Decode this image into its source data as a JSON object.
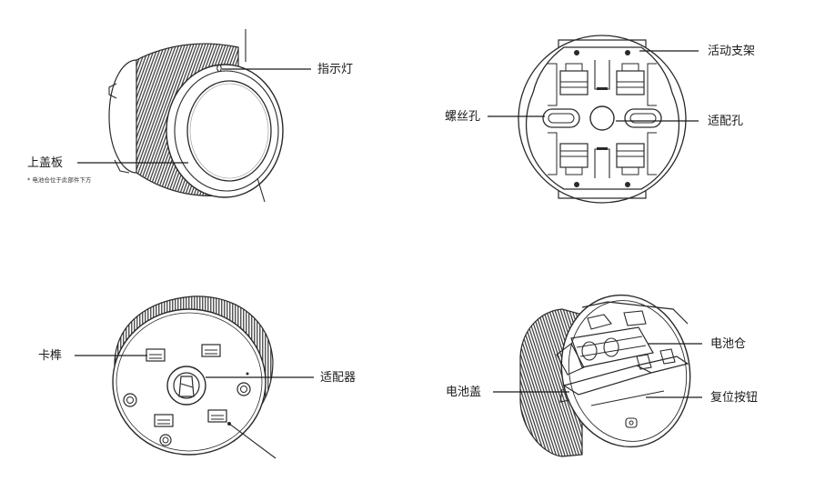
{
  "panels": {
    "front": {
      "label_indicator": "指示灯",
      "label_top_cover": "上盖板",
      "note": "* 电池仓位于此部件下方"
    },
    "bracket": {
      "label_bracket": "活动支架",
      "label_screw_hole": "螺丝孔",
      "label_adapter_hole": "适配孔"
    },
    "bottom": {
      "label_tenon": "卡榫",
      "label_adapter": "适配器"
    },
    "battery": {
      "label_battery_bay": "电池仓",
      "label_battery_cover": "电池盖",
      "label_reset_button": "复位按钮"
    }
  },
  "colors": {
    "line": "#2a2a2a",
    "text": "#1a1a1a",
    "background": "#ffffff"
  }
}
